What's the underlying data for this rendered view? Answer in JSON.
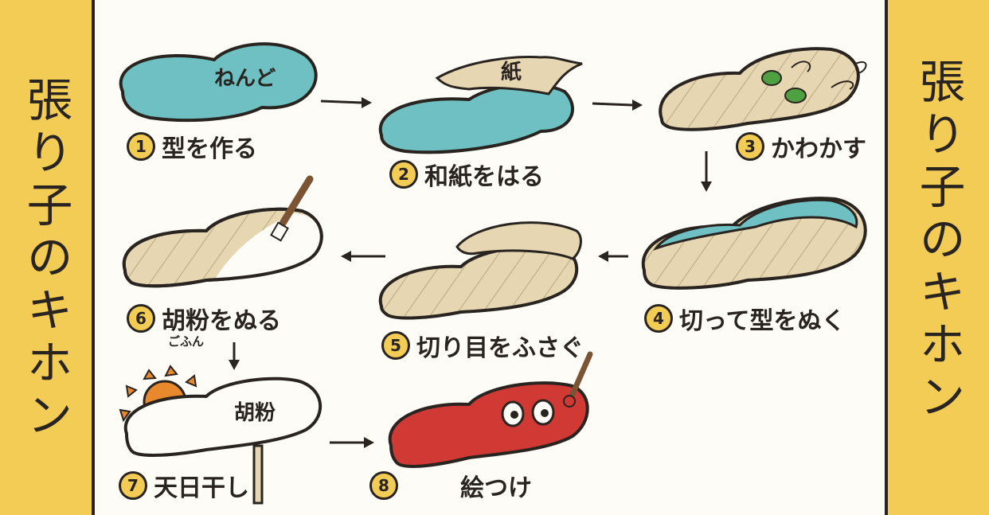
{
  "side_title": "張り子のキホン",
  "colors": {
    "teal": "#6ec0c2",
    "paper": "#e6d7b2",
    "red": "#d13a34",
    "yellow": "#f3cc55",
    "ink": "#2a2420",
    "green": "#4fa040",
    "sun": "#e8892e"
  },
  "steps": [
    {
      "num": "1",
      "label": "型を作る",
      "inner": "ねんど"
    },
    {
      "num": "2",
      "label": "和紙をはる",
      "inner": "紙"
    },
    {
      "num": "3",
      "label": "かわかす"
    },
    {
      "num": "4",
      "label": "切って型をぬく"
    },
    {
      "num": "5",
      "label": "切り目をふさぐ"
    },
    {
      "num": "6",
      "label": "胡粉をぬる",
      "ruby": "ごふん"
    },
    {
      "num": "7",
      "label": "天日干し",
      "inner": "胡粉"
    },
    {
      "num": "8",
      "label": "絵つけ"
    }
  ]
}
